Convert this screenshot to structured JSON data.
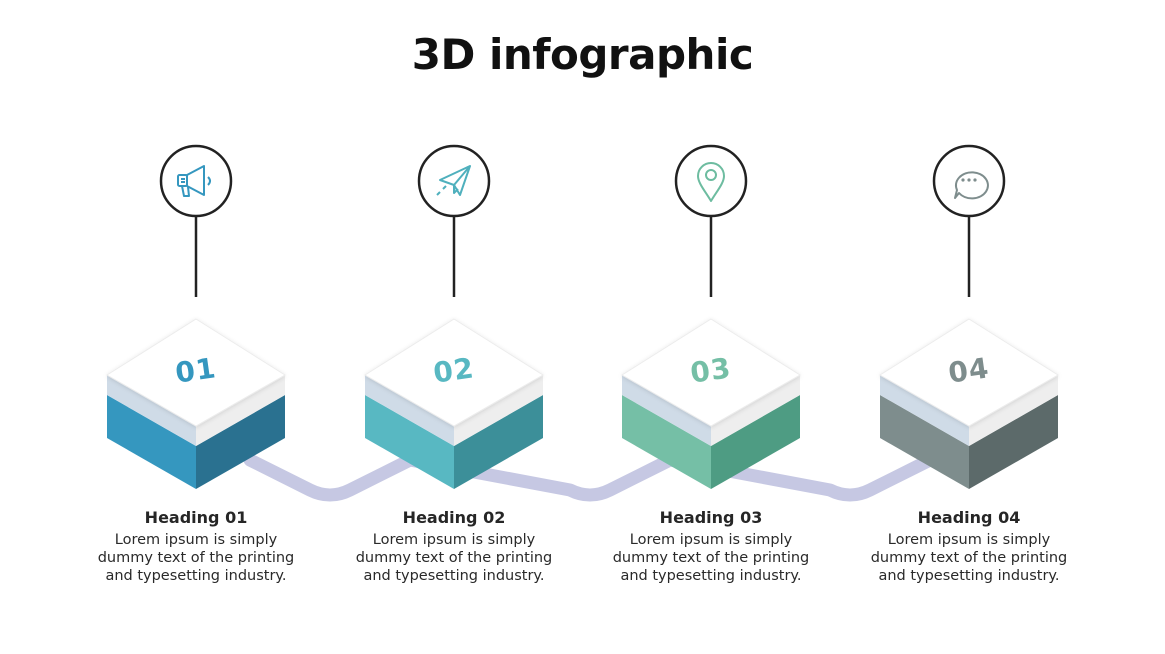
{
  "title": "3D infographic",
  "steps": [
    {
      "number": "01",
      "heading": "Heading 01",
      "body": "Lorem ipsum is simply dummy text of the printing and typesetting industry.",
      "icon": "megaphone-icon",
      "colors": {
        "front": "#3597bf",
        "side": "#2a7190",
        "number": "#3597bf",
        "icon": "#3597bf"
      }
    },
    {
      "number": "02",
      "heading": "Heading 02",
      "body": "Lorem ipsum is simply dummy text of the printing and typesetting industry.",
      "icon": "paper-plane-icon",
      "colors": {
        "front": "#58b8c2",
        "side": "#3c8f99",
        "number": "#58b8c2",
        "icon": "#4fb0bd"
      }
    },
    {
      "number": "03",
      "heading": "Heading 03",
      "body": "Lorem ipsum is simply dummy text of the printing and typesetting industry.",
      "icon": "location-pin-icon",
      "colors": {
        "front": "#75bfa6",
        "side": "#4e9c83",
        "number": "#75bfa6",
        "icon": "#6dbca0"
      }
    },
    {
      "number": "04",
      "heading": "Heading 04",
      "body": "Lorem ipsum is simply dummy text of the printing and typesetting industry.",
      "icon": "chat-bubble-icon",
      "colors": {
        "front": "#7e8d8d",
        "side": "#5c6a6a",
        "number": "#7e8d8d",
        "icon": "#7e8d8d"
      }
    }
  ],
  "connector_color": "#c6c8e3"
}
